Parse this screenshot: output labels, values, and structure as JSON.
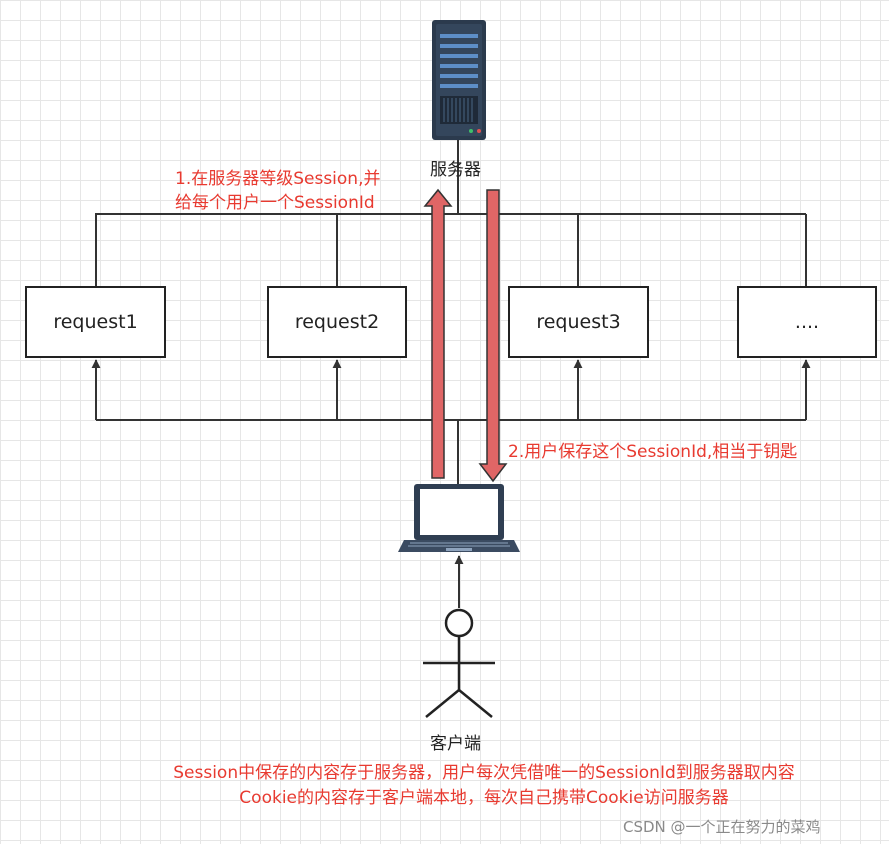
{
  "server": {
    "label": "服务器",
    "icon": "server-icon"
  },
  "requests": [
    {
      "label": "request1"
    },
    {
      "label": "request2"
    },
    {
      "label": "request3"
    },
    {
      "label": "...."
    }
  ],
  "client": {
    "label": "客户端",
    "device_icon": "laptop-icon",
    "user_icon": "user-icon"
  },
  "annotations": {
    "step1_line1": "1.在服务器等级Session,并",
    "step1_line2": "给每个用户一个SessionId",
    "step2": "2.用户保存这个SessionId,相当于钥匙"
  },
  "notes": {
    "line1": "Session中保存的内容存于服务器，用户每次凭借唯一的SessionId到服务器取内容",
    "line2": "Cookie的内容存于客户端本地，每次自己携带Cookie访问服务器"
  },
  "watermark": "CSDN @一个正在努力的菜鸡",
  "colors": {
    "accent_red": "#e83a30",
    "arrow_fill": "#e06666",
    "line": "#333333"
  }
}
